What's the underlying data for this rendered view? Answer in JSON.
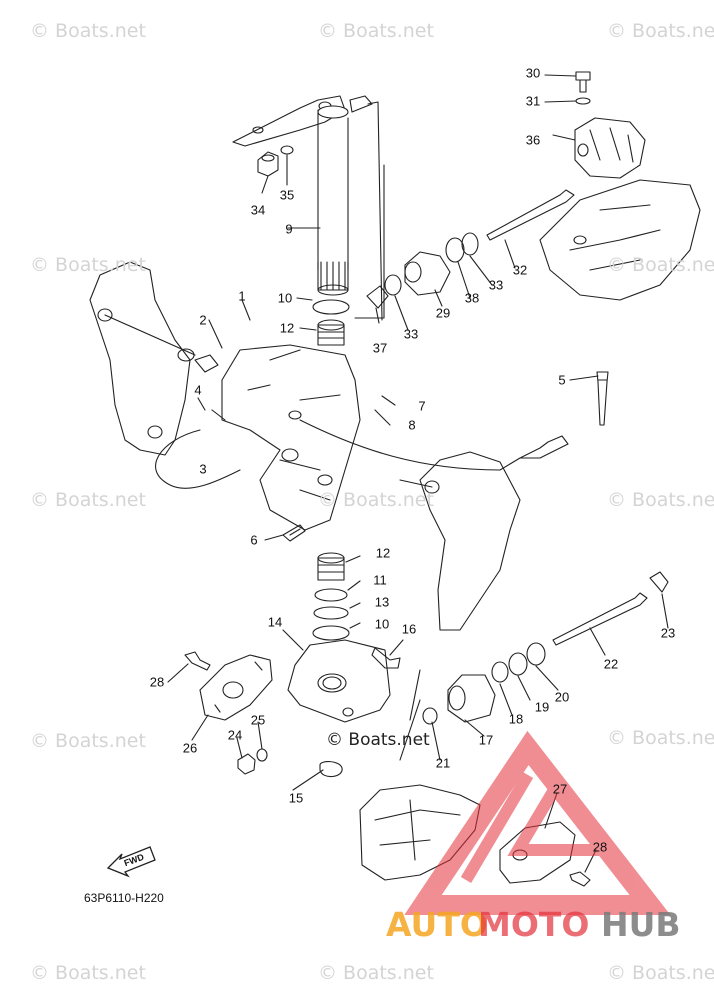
{
  "watermark": "© Boats.net",
  "center_watermark": "© Boats.net",
  "diagram_code": "63P6110-H220",
  "fwd_label": "FWD",
  "logo": {
    "part1": "AUTO",
    "part2": "MOTO",
    "part3": "HUB",
    "color1": "#f5a623",
    "color2": "#e5313b",
    "color3": "#7a7a7a"
  },
  "callouts": [
    "30",
    "31",
    "36",
    "9",
    "34",
    "35",
    "10",
    "12",
    "37",
    "33",
    "29",
    "38",
    "33",
    "32",
    "1",
    "2",
    "4",
    "3",
    "7",
    "8",
    "5",
    "6",
    "12",
    "11",
    "13",
    "10",
    "16",
    "14",
    "28",
    "26",
    "24",
    "25",
    "21",
    "15",
    "17",
    "18",
    "19",
    "20",
    "22",
    "23",
    "27",
    "28"
  ]
}
